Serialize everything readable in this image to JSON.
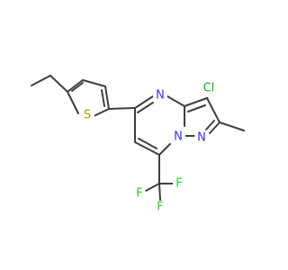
{
  "colors": {
    "bond": "#3f3f3f",
    "carbon": "#3f3f3f",
    "nitrogen": "#3333ff",
    "sulfur": "#b3a200",
    "chlorine": "#1fa81f",
    "fluorine": "#33cc33",
    "background": "#ffffff"
  },
  "atoms": {
    "s1": {
      "symbol": "S",
      "element": "sulfur"
    },
    "n_ring_top": {
      "symbol": "N",
      "element": "nitrogen"
    },
    "n_ring_bridge": {
      "symbol": "N",
      "element": "nitrogen"
    },
    "n_pyrazole": {
      "symbol": "N",
      "element": "nitrogen"
    },
    "cl": {
      "symbol": "Cl",
      "element": "chlorine"
    },
    "f_top": {
      "symbol": "F",
      "element": "fluorine"
    },
    "f_left": {
      "symbol": "F",
      "element": "fluorine"
    },
    "f_bottom": {
      "symbol": "F",
      "element": "fluorine"
    }
  }
}
